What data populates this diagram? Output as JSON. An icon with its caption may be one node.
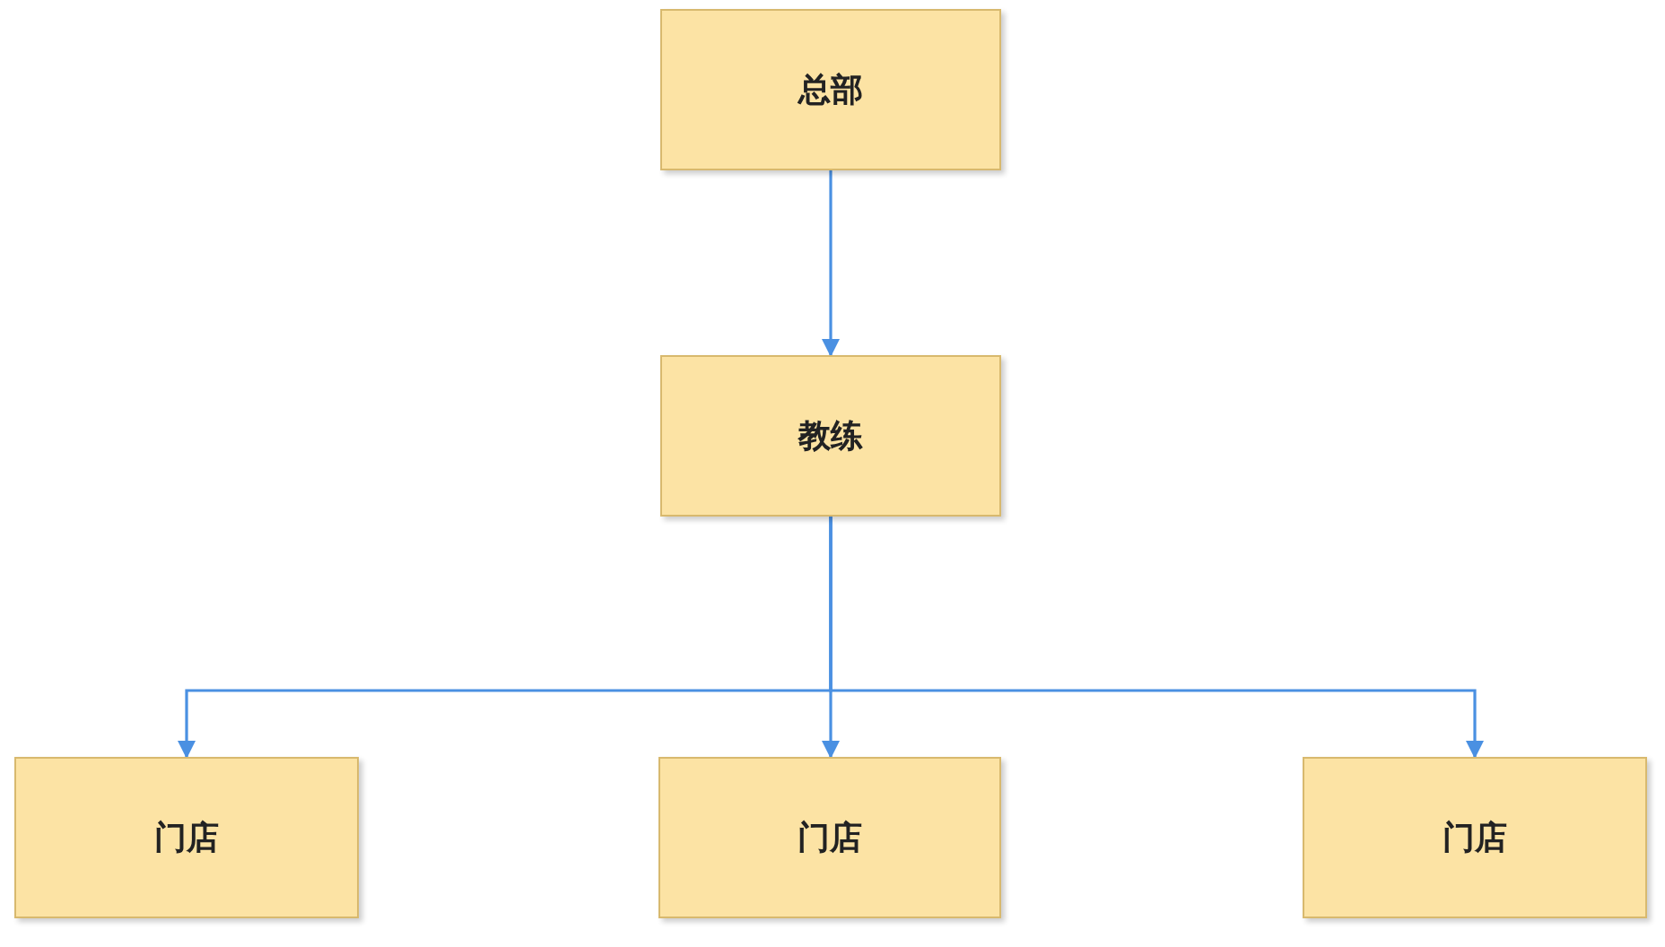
{
  "diagram": {
    "nodes": [
      {
        "text": [
          "总部"
        ]
      },
      {
        "text": [
          "教练"
        ]
      },
      {
        "text": [
          "门店"
        ]
      },
      {
        "text": [
          "门店"
        ]
      },
      {
        "text": [
          "门店"
        ]
      }
    ],
    "edges": [
      {
        "from": 0,
        "to": 1,
        "arrow": "to"
      },
      {
        "from": 1,
        "to": 2,
        "arrow": "to"
      },
      {
        "from": 1,
        "to": 3,
        "arrow": "to"
      },
      {
        "from": 1,
        "to": 4,
        "arrow": "to"
      }
    ]
  }
}
